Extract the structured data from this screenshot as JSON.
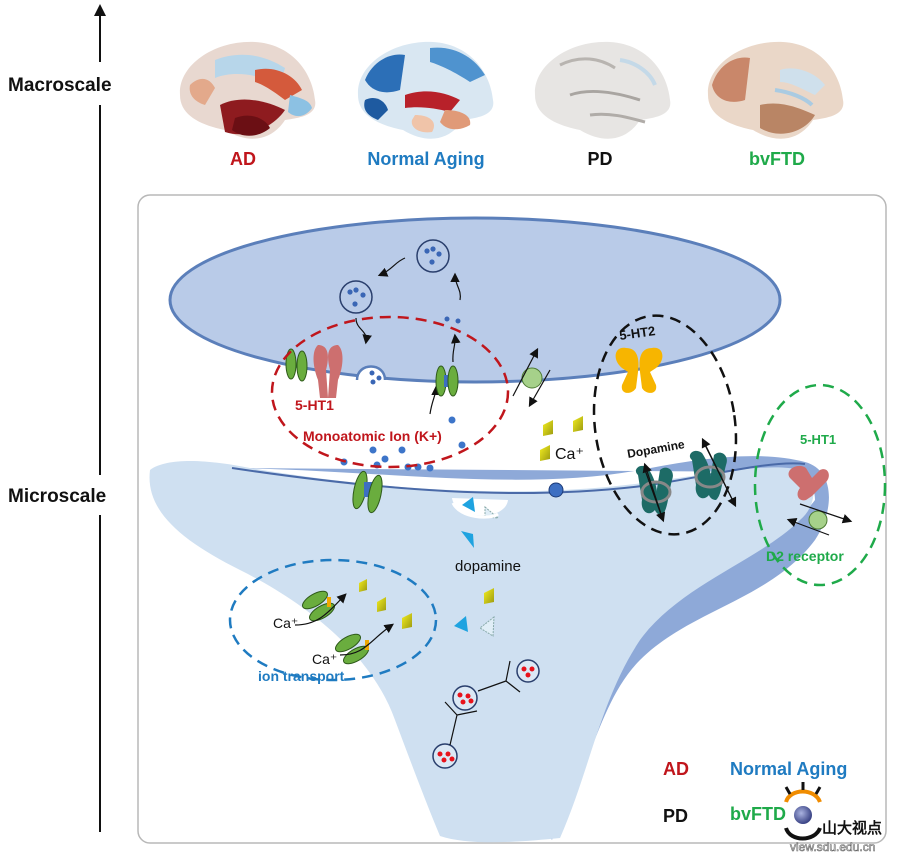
{
  "axis": {
    "macroscale_label": "Macroscale",
    "microscale_label": "Microscale"
  },
  "brains": [
    {
      "label": "AD",
      "color": "#c0161c"
    },
    {
      "label": "Normal Aging",
      "color": "#1f7bc1"
    },
    {
      "label": "PD",
      "color": "#111111"
    },
    {
      "label": "bvFTD",
      "color": "#1faa4a"
    }
  ],
  "diagram": {
    "red_group_receptor": "5-HT1",
    "red_group_label": "Monoatomic Ion (K+)",
    "black_group_receptor": "5-HT2",
    "black_group_label": "Dopamine",
    "green_group_receptor": "5-HT1",
    "green_group_label": "D2 receptor",
    "blue_group_label": "ion transport",
    "calcium_label": "Ca⁺",
    "calcium_label_a": "Ca⁺",
    "calcium_label_b": "Ca⁺",
    "dopamine_label": "dopamine"
  },
  "legend": {
    "items": [
      {
        "label": "AD",
        "color": "#c0161c"
      },
      {
        "label": "Normal Aging",
        "color": "#1f7bc1"
      },
      {
        "label": "PD",
        "color": "#111111"
      },
      {
        "label": "bvFTD",
        "color": "#1faa4a"
      }
    ]
  },
  "watermark": {
    "name": "山大视点",
    "url": "view.sdu.edu.cn"
  },
  "colors": {
    "presynaptic_fill": "#b7c9e6",
    "postsynaptic_fill": "#cfe0f1",
    "membrane": "#5b7fba"
  }
}
